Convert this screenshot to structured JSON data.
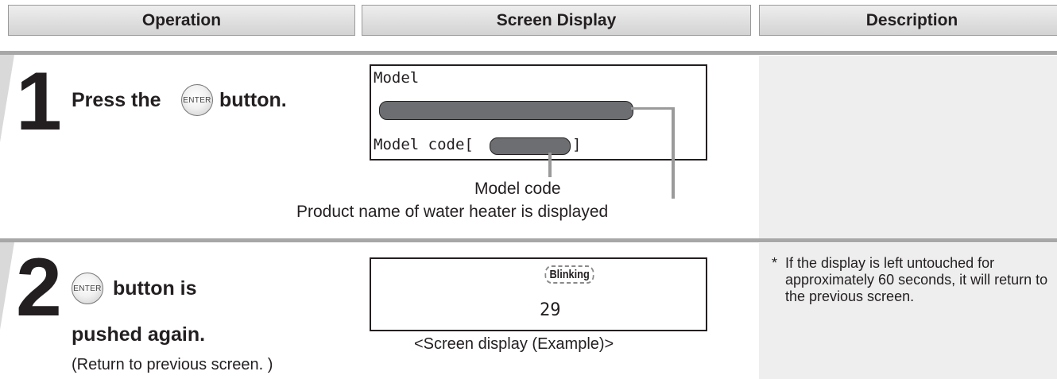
{
  "headers": {
    "operation": "Operation",
    "screen_display": "Screen Display",
    "description": "Description"
  },
  "steps": [
    {
      "number": "1",
      "text_before": "Press the",
      "button_label": "ENTER",
      "text_after": "button.",
      "screen": {
        "line1": "Model",
        "line3": "Model code[",
        "line3_end": "]"
      },
      "captions": {
        "model_code": "Model code",
        "product_name": "Product name of water heater is displayed"
      }
    },
    {
      "number": "2",
      "button_label": "ENTER",
      "text_line1": "button is",
      "text_line2": "pushed again.",
      "subtext": "(Return to previous screen. )",
      "screen": {
        "blinking": "Blinking",
        "value": "29"
      },
      "caption": "<Screen display (Example)>",
      "note": {
        "star": "*",
        "text": "If the display is left untouched for approximately 60 seconds, it will return to the previous screen."
      }
    }
  ],
  "colors": {
    "header_bg": "#d8d8d8",
    "rule": "#a7a7a7",
    "description_bg": "#eeeeee",
    "lcd_pill": "#6d6e71"
  }
}
